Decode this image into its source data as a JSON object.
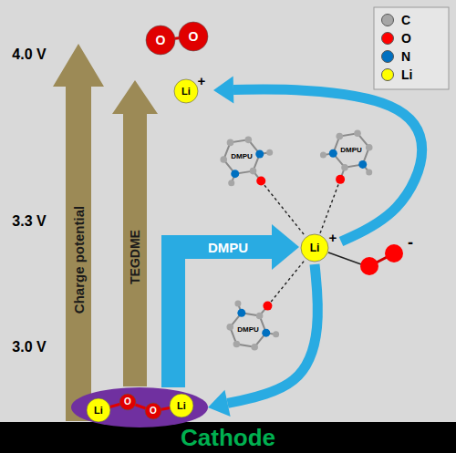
{
  "diagram": {
    "nodes": [
      {
        "text": [
          "O",
          "O"
        ]
      },
      {
        "text": [
          "Li",
          "+"
        ]
      },
      {
        "text": [
          "Li",
          "+"
        ]
      },
      {
        "text": [
          "Li",
          "O",
          "O",
          "Li"
        ]
      },
      {
        "text": [
          "Cathode"
        ]
      }
    ],
    "edges": [
      {
        "from": 3,
        "to": 2,
        "arrow": "to",
        "label": "DMPU"
      },
      {
        "from": 2,
        "to": 1,
        "arrow": "to"
      },
      {
        "from": 2,
        "to": 3,
        "arrow": "to"
      }
    ],
    "labels": [
      "4.0 V",
      "3.3 V",
      "3.0 V",
      "Charge potential",
      "TEGDME",
      "DMPU",
      "DMPU",
      "DMPU",
      "-"
    ],
    "legend": [
      {
        "text": "C",
        "color": "#a6a6a6"
      },
      {
        "text": "O",
        "color": "#ff0000"
      },
      {
        "text": "N",
        "color": "#0070c0"
      },
      {
        "text": "Li",
        "color": "#ffff00"
      }
    ]
  }
}
